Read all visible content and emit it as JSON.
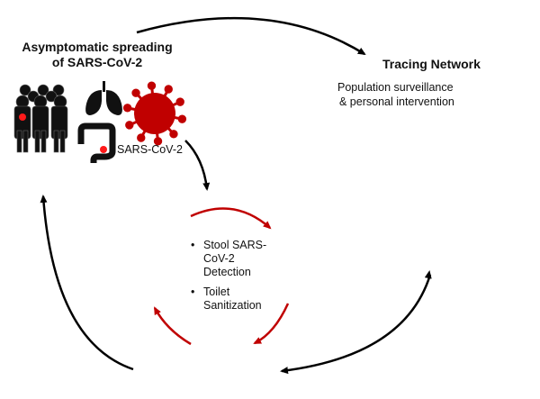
{
  "sections": {
    "spreading": {
      "title_line1": "Asymptomatic spreading",
      "title_line2": "of SARS-CoV-2",
      "virus_label": "SARS-CoV-2"
    },
    "tracing": {
      "title": "Tracing Network",
      "subtitle_line1": "Population surveillance",
      "subtitle_line2": "& personal intervention"
    },
    "toilet_cycle": {
      "bullets": [
        {
          "marker": "•",
          "lines": [
            "Stool SARS-",
            "CoV-2",
            "Detection"
          ]
        },
        {
          "marker": "•",
          "lines": [
            "Toilet",
            "Sanitization"
          ]
        }
      ]
    }
  },
  "icons": [
    "people-group-icon",
    "lungs-icon",
    "intestine-icon",
    "virus-icon",
    "toilet-icon",
    "stool-icon",
    "no-virus-icon",
    "phone-alert-icon",
    "portable-toilet-icon",
    "network-toilet-icon",
    "hospital-icon"
  ],
  "colors": {
    "accent_red": "#c00000",
    "alert_red": "#e03c31",
    "infected_orange": "#d35400",
    "node_gray": "#a6a6a6",
    "arrow_gray": "#b0b0b0",
    "ink": "#000000"
  }
}
